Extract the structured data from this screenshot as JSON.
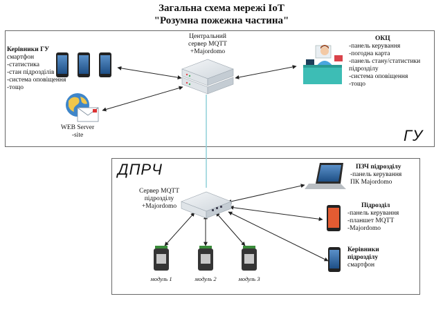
{
  "header": {
    "title_line1": "Загальна схема мережі IoT",
    "title_line2": "\"Розумна пожежна частина\""
  },
  "gu": {
    "tag": "ГУ",
    "central_server": {
      "line1": "Центральний",
      "line2": "сервер MQTT",
      "line3": "+Majordomo"
    },
    "leaders": {
      "title": "Керівники ГУ",
      "items": [
        "смартфон",
        "-статистика",
        "-стан підрозділів",
        "-система оповіщення",
        "-тощо"
      ]
    },
    "web": {
      "line1": "WEB Server",
      "line2": "-site"
    },
    "okc": {
      "title": "ОКЦ",
      "items": [
        "-панель керування",
        "-погодна карта",
        "-панель стану/статистики",
        "підрозділу",
        "-система оповіщення",
        "-тощо"
      ]
    }
  },
  "dprch": {
    "tag": "ДПРЧ",
    "server": {
      "line1": "Сервер MQTT",
      "line2": "підрозділу",
      "line3": "+Majordomo"
    },
    "pzch": {
      "title": "ПЗЧ підрозділу",
      "items": [
        "-панель керування",
        "ПК Majordomo"
      ]
    },
    "unit": {
      "title": "Підрозділ",
      "items": [
        "-панель керування",
        "-планшет MQTT",
        "-Majordomo"
      ]
    },
    "unit_leaders": {
      "title1": "Керівники",
      "title2": "підрозділу",
      "sub": "смартфон"
    },
    "modules": [
      "модуль 1",
      "модуль 2",
      "модуль 3"
    ]
  }
}
